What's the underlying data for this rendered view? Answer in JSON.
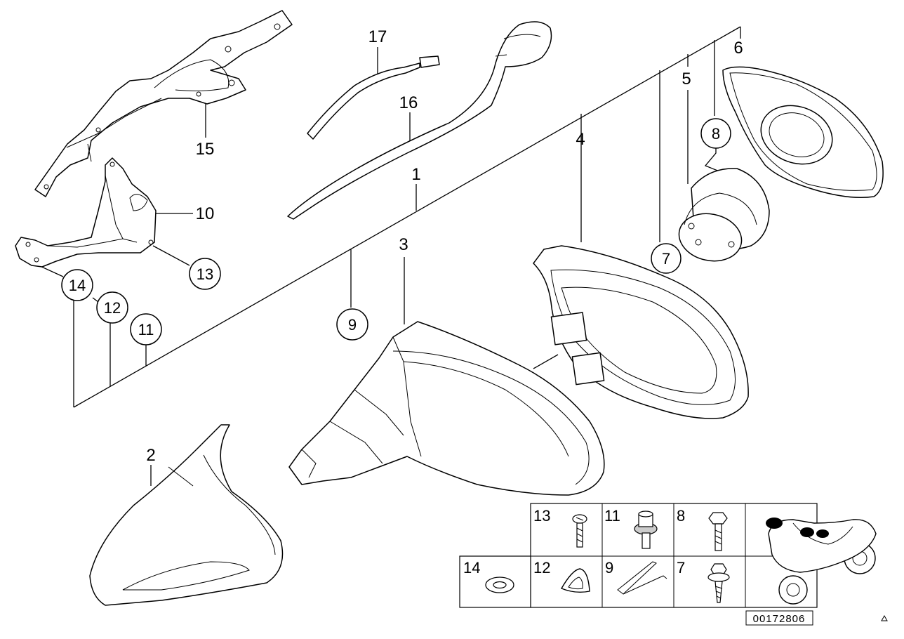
{
  "labels": {
    "p1": "1",
    "p2": "2",
    "p3": "3",
    "p4": "4",
    "p5": "5",
    "p6": "6",
    "p10": "10",
    "p15": "15",
    "p16": "16",
    "p17": "17"
  },
  "circled": {
    "c7": "7",
    "c8": "8",
    "c9": "9",
    "c11": "11",
    "c12": "12",
    "c13": "13",
    "c14": "14"
  },
  "table": {
    "t13": "13",
    "t11": "11",
    "t8": "8",
    "t14": "14",
    "t12": "12",
    "t9": "9",
    "t7": "7"
  },
  "reference": "00172806"
}
